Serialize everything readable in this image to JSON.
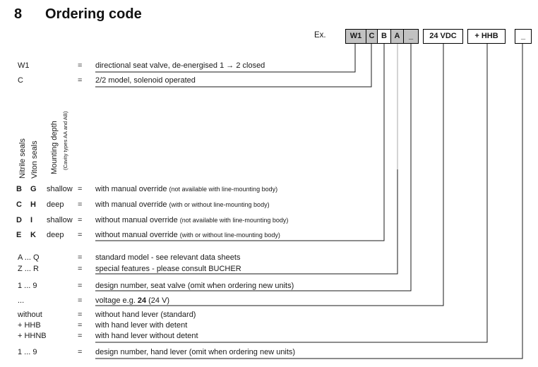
{
  "heading": {
    "number": "8",
    "title": "Ordering code"
  },
  "eq": "=",
  "example": {
    "label": "Ex.",
    "cells": [
      {
        "text": "W1",
        "shaded": true
      },
      {
        "text": "C",
        "shaded": true
      },
      {
        "text": "B",
        "shaded": false
      },
      {
        "text": "A",
        "shaded": true
      },
      {
        "text": "_",
        "shaded": true
      }
    ],
    "voltage_box": "24 VDC",
    "lever_box": "+ HHB",
    "design_box": "_"
  },
  "colors": {
    "shaded_cell": "#c2c2c2",
    "line": "#1a1a1a",
    "gray_line": "#a8a8a8"
  },
  "rotated": {
    "nitrile": "Nitrile seals",
    "viton": "Viton seals",
    "mounting": "Mounting depth",
    "mounting_note": "(Cavity types AA and AB)"
  },
  "rows": {
    "w1": {
      "code": "W1",
      "desc": "directional seat valve, de-energised 1 → 2 closed"
    },
    "c": {
      "code": "C",
      "desc": "2/2 model, solenoid operated"
    },
    "seals": [
      {
        "nitrile": "B",
        "viton": "G",
        "depth": "shallow",
        "desc": "with manual override",
        "note": "(not available with line-mounting body)"
      },
      {
        "nitrile": "C",
        "viton": "H",
        "depth": "deep",
        "desc": "with manual override",
        "note": "(with or without line-mounting body)"
      },
      {
        "nitrile": "D",
        "viton": "I",
        "depth": "shallow",
        "desc": "without manual override",
        "note": "(not available with line-mounting body)"
      },
      {
        "nitrile": "E",
        "viton": "K",
        "depth": "deep",
        "desc": "without manual override",
        "note": "(with or without line-mounting body)"
      }
    ],
    "model_std": {
      "code": "A ... Q",
      "desc": "standard model - see relevant data sheets"
    },
    "model_special": {
      "code": "Z ... R",
      "desc": "special features - please consult BUCHER"
    },
    "design_seat": {
      "code": "1 ... 9",
      "desc": "design number, seat valve (omit when ordering new units)"
    },
    "voltage": {
      "code": "...",
      "d1": "voltage e.g.",
      "d2": "24",
      "d3": "(24 V)"
    },
    "lever_none": {
      "code": "without",
      "desc": "without hand lever (standard)"
    },
    "lever_detent": {
      "code": "+ HHB",
      "desc": "with hand lever with detent"
    },
    "lever_no_detent": {
      "code": "+ HHNB",
      "desc": "with hand lever without detent"
    },
    "design_lever": {
      "code": "1 ... 9",
      "desc": "design number, hand lever (omit when ordering new units)"
    }
  }
}
